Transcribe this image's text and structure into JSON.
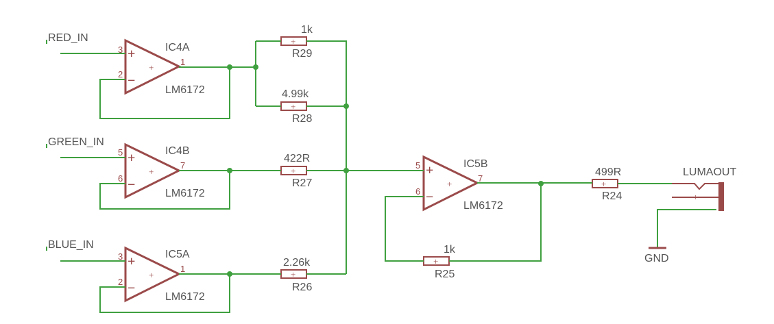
{
  "nets": {
    "red_in": "RED_IN",
    "green_in": "GREEN_IN",
    "blue_in": "BLUE_IN",
    "gnd": "GND"
  },
  "opamps": {
    "ic4a": {
      "name": "IC4A",
      "value": "LM6172",
      "pin_noninv": "3",
      "pin_inv": "2",
      "pin_out": "1"
    },
    "ic4b": {
      "name": "IC4B",
      "value": "LM6172",
      "pin_noninv": "5",
      "pin_inv": "6",
      "pin_out": "7"
    },
    "ic5a": {
      "name": "IC5A",
      "value": "LM6172",
      "pin_noninv": "3",
      "pin_inv": "2",
      "pin_out": "1"
    },
    "ic5b": {
      "name": "IC5B",
      "value": "LM6172",
      "pin_noninv": "5",
      "pin_inv": "6",
      "pin_out": "7"
    }
  },
  "resistors": {
    "r29": {
      "name": "R29",
      "value": "1k"
    },
    "r28": {
      "name": "R28",
      "value": "4.99k"
    },
    "r27": {
      "name": "R27",
      "value": "422R"
    },
    "r26": {
      "name": "R26",
      "value": "2.26k"
    },
    "r25": {
      "name": "R25",
      "value": "1k"
    },
    "r24": {
      "name": "R24",
      "value": "499R"
    }
  },
  "connector": {
    "name": "LUMAOUT"
  },
  "colors": {
    "wire": "#3fa03f",
    "part": "#9b4a4a",
    "text": "#555555"
  }
}
